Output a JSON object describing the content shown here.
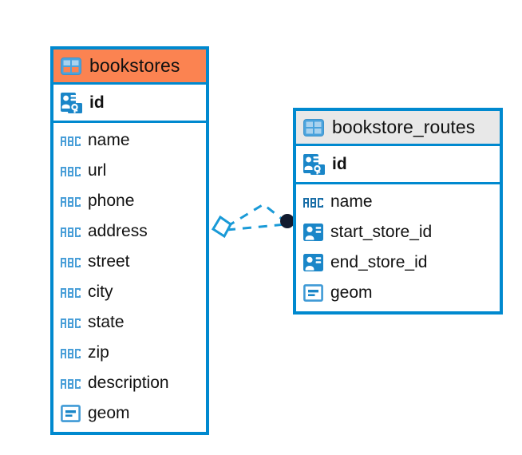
{
  "diagram": {
    "type": "entity-relationship-diagram",
    "background_color": "#ffffff",
    "accent_blue": "#0089cf",
    "accent_orange": "#fb8351",
    "accent_gray": "#e8e8e8",
    "entities": [
      {
        "name": "bookstores",
        "title_icon": "table-icon",
        "header_color": "#fb8351",
        "primary_keys": [
          {
            "label": "id",
            "icon": "primary-key-icon"
          }
        ],
        "fields": [
          {
            "label": "name",
            "icon": "abc-text-icon"
          },
          {
            "label": "url",
            "icon": "abc-text-icon"
          },
          {
            "label": "phone",
            "icon": "abc-text-icon"
          },
          {
            "label": "address",
            "icon": "abc-text-icon"
          },
          {
            "label": "street",
            "icon": "abc-text-icon"
          },
          {
            "label": "city",
            "icon": "abc-text-icon"
          },
          {
            "label": "state",
            "icon": "abc-text-icon"
          },
          {
            "label": "zip",
            "icon": "abc-text-icon"
          },
          {
            "label": "description",
            "icon": "abc-text-icon"
          },
          {
            "label": "geom",
            "icon": "geometry-icon"
          }
        ]
      },
      {
        "name": "bookstore_routes",
        "title_icon": "table-icon",
        "header_color": "#e8e8e8",
        "primary_keys": [
          {
            "label": "id",
            "icon": "primary-key-icon"
          }
        ],
        "fields": [
          {
            "label": "name",
            "icon": "abc-text-icon"
          },
          {
            "label": "start_store_id",
            "icon": "foreign-key-icon"
          },
          {
            "label": "end_store_id",
            "icon": "foreign-key-icon"
          },
          {
            "label": "geom",
            "icon": "geometry-icon"
          }
        ]
      }
    ],
    "relationship": {
      "line_style": "dashed",
      "line_color": "#1a9ad7",
      "source_endpoint": "diamond",
      "target_endpoint": "filled-circle",
      "target_endpoint_color": "#111a2e"
    }
  }
}
